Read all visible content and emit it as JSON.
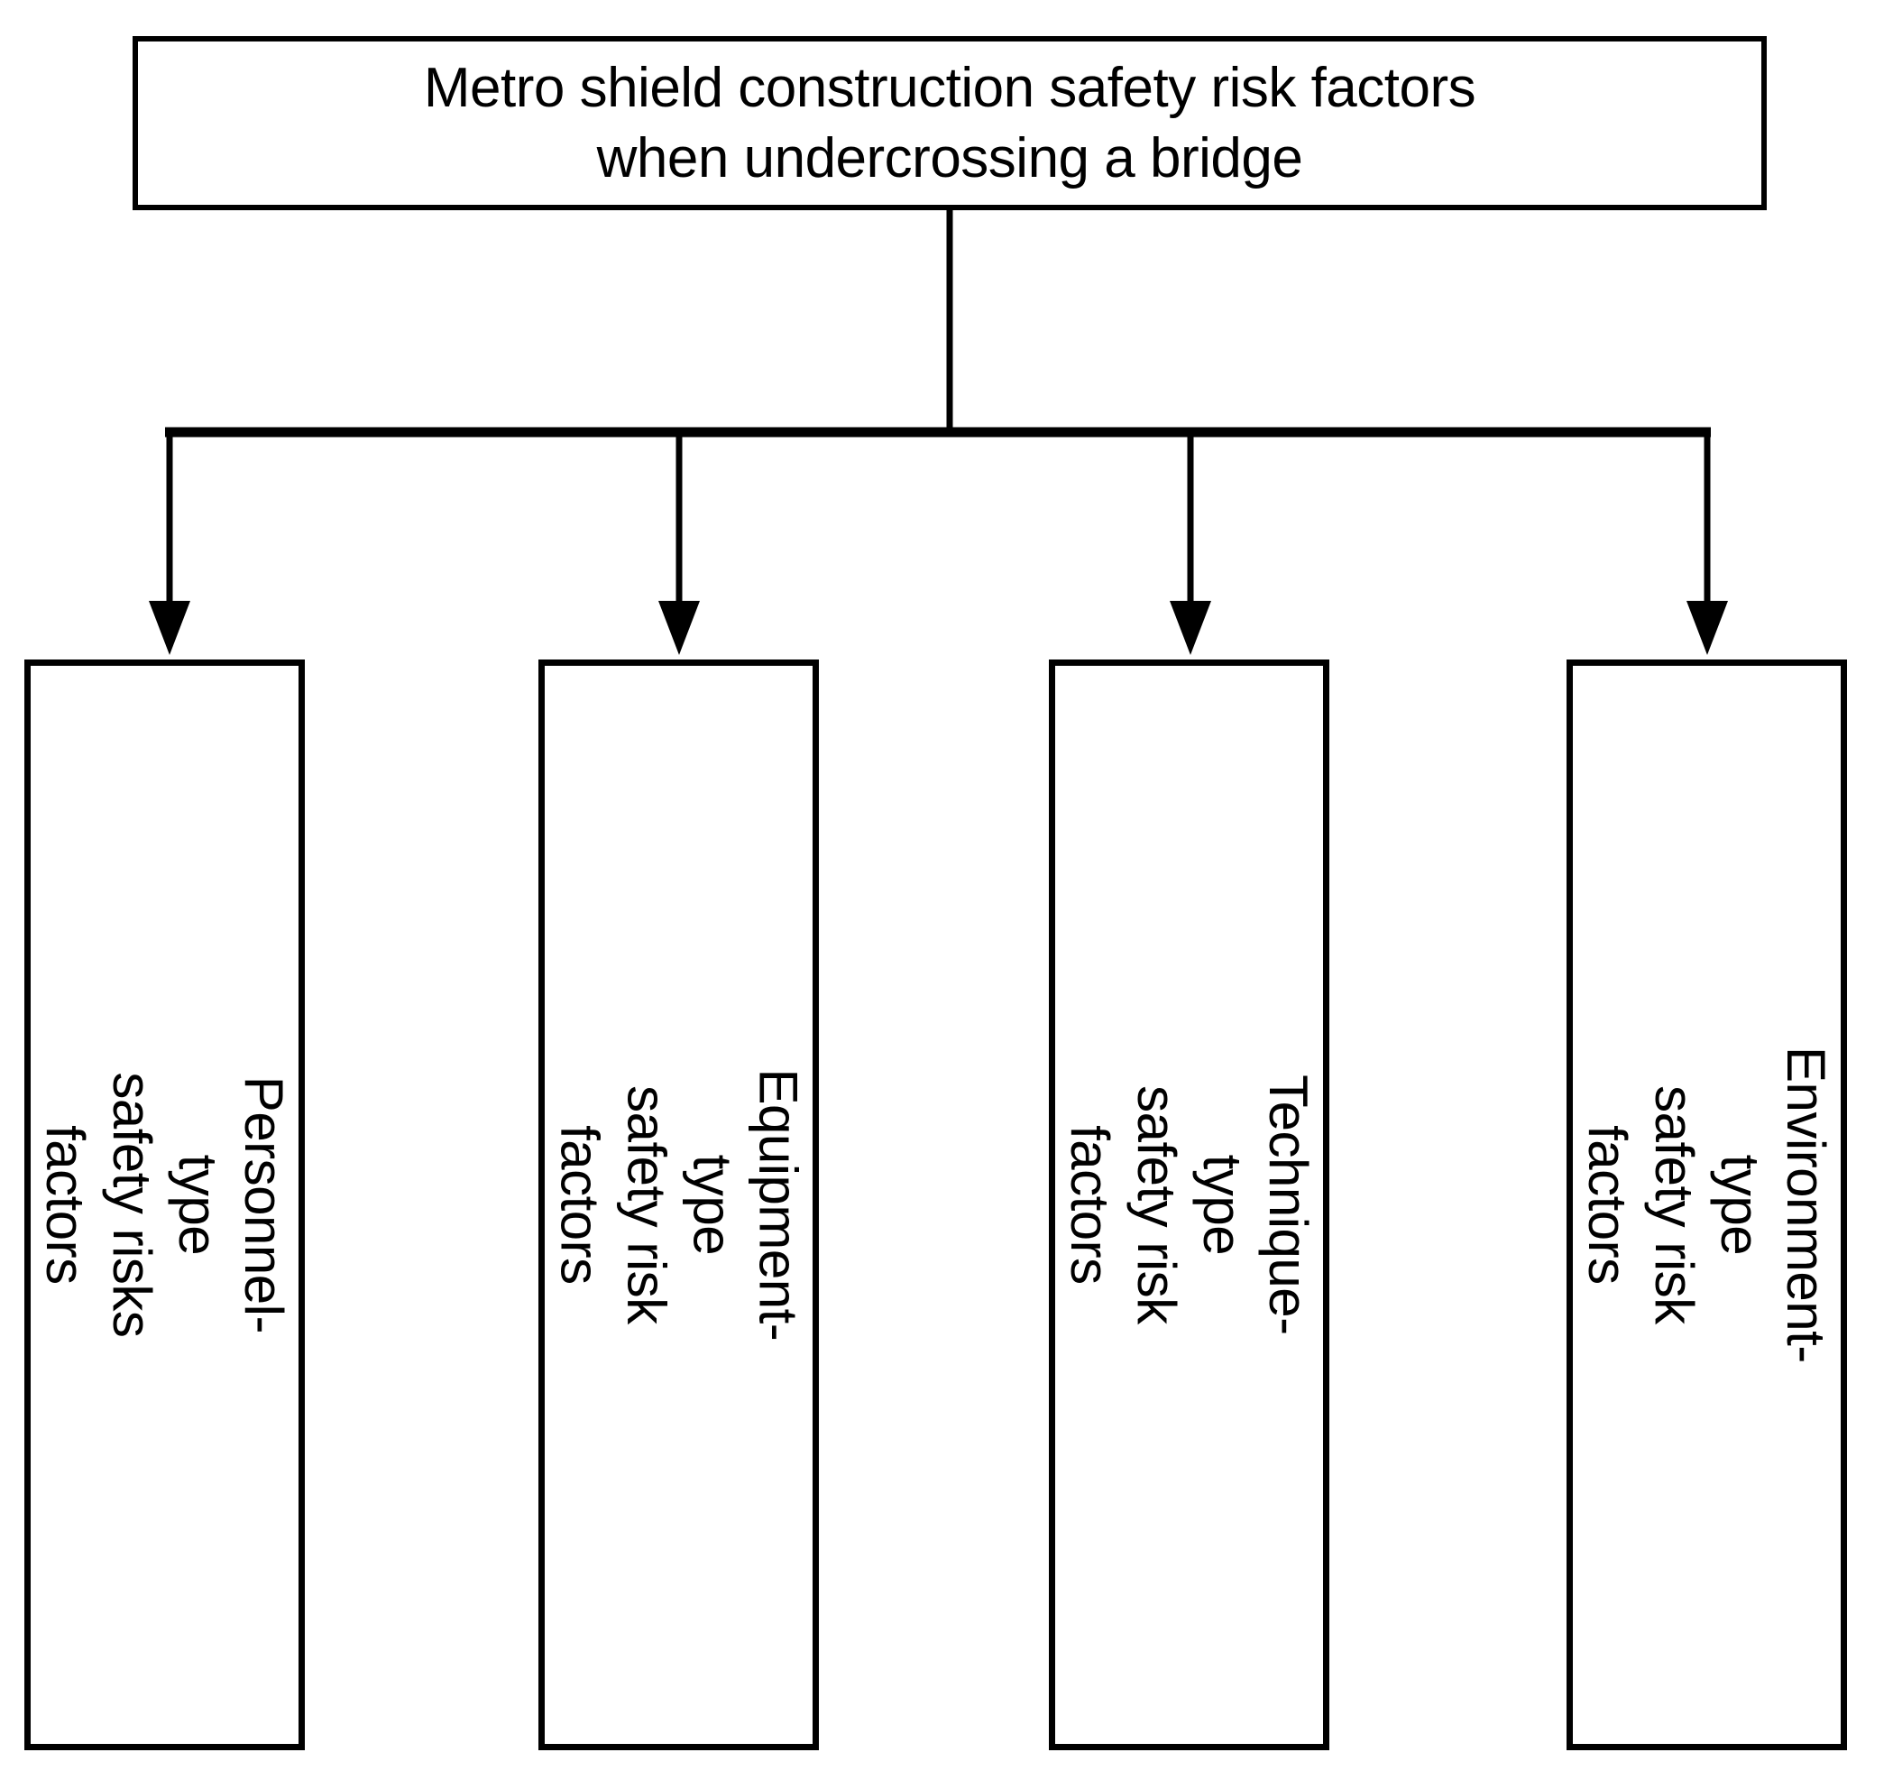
{
  "diagram": {
    "type": "hierarchy-tree",
    "orientation": "top-down",
    "root": {
      "label": "Metro shield construction safety risk factors\nwhen undercrossing a bridge",
      "label_line_1": "Metro shield construction safety risk factors",
      "label_line_2": "when undercrossing a bridge"
    },
    "children": [
      {
        "index": 1,
        "label": "Personnel-type\nsafety risks factors",
        "label_line_1": "Personnel-type",
        "label_line_2": "safety risks factors"
      },
      {
        "index": 2,
        "label": "Equipment-type\nsafety risk factors",
        "label_line_1": "Equipment-type",
        "label_line_2": "safety risk factors"
      },
      {
        "index": 3,
        "label": "Technique-type\nsafety risk factors",
        "label_line_1": "Technique-type",
        "label_line_2": "safety risk factors"
      },
      {
        "index": 4,
        "label": "Environment-type\nsafety risk factors",
        "label_line_1": "Environment-type",
        "label_line_2": "safety risk factors"
      }
    ],
    "colors": {
      "stroke": "#000000",
      "fill": "#ffffff",
      "text": "#000000"
    },
    "connector": {
      "style": "orthogonal-bus-with-arrowheads",
      "arrowhead": "filled-triangle",
      "branch_count": 4
    }
  }
}
